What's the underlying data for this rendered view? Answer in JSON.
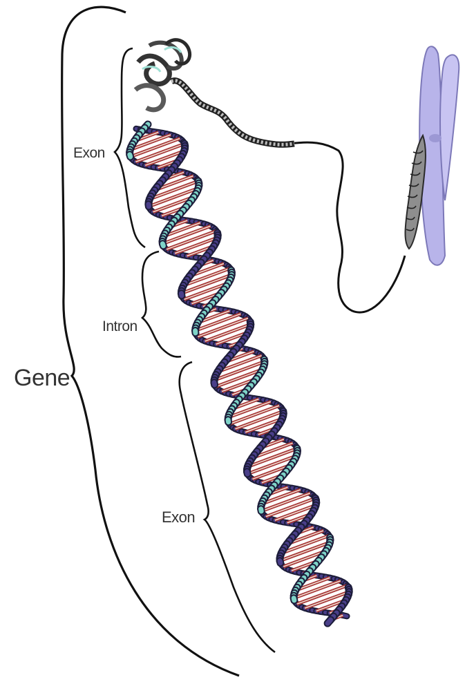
{
  "labels": {
    "gene": "Gene",
    "exon_top": "Exon",
    "intron": "Intron",
    "exon_bottom": "Exon"
  },
  "colors": {
    "bracket": "#111111",
    "base_pair_red": "#a83a3a",
    "backbone_teal": "#7fd4c8",
    "backbone_purple": "#4a3f8a",
    "chromatin_gray": "#555555",
    "chromosome_lavender": "#b8b4ea"
  }
}
